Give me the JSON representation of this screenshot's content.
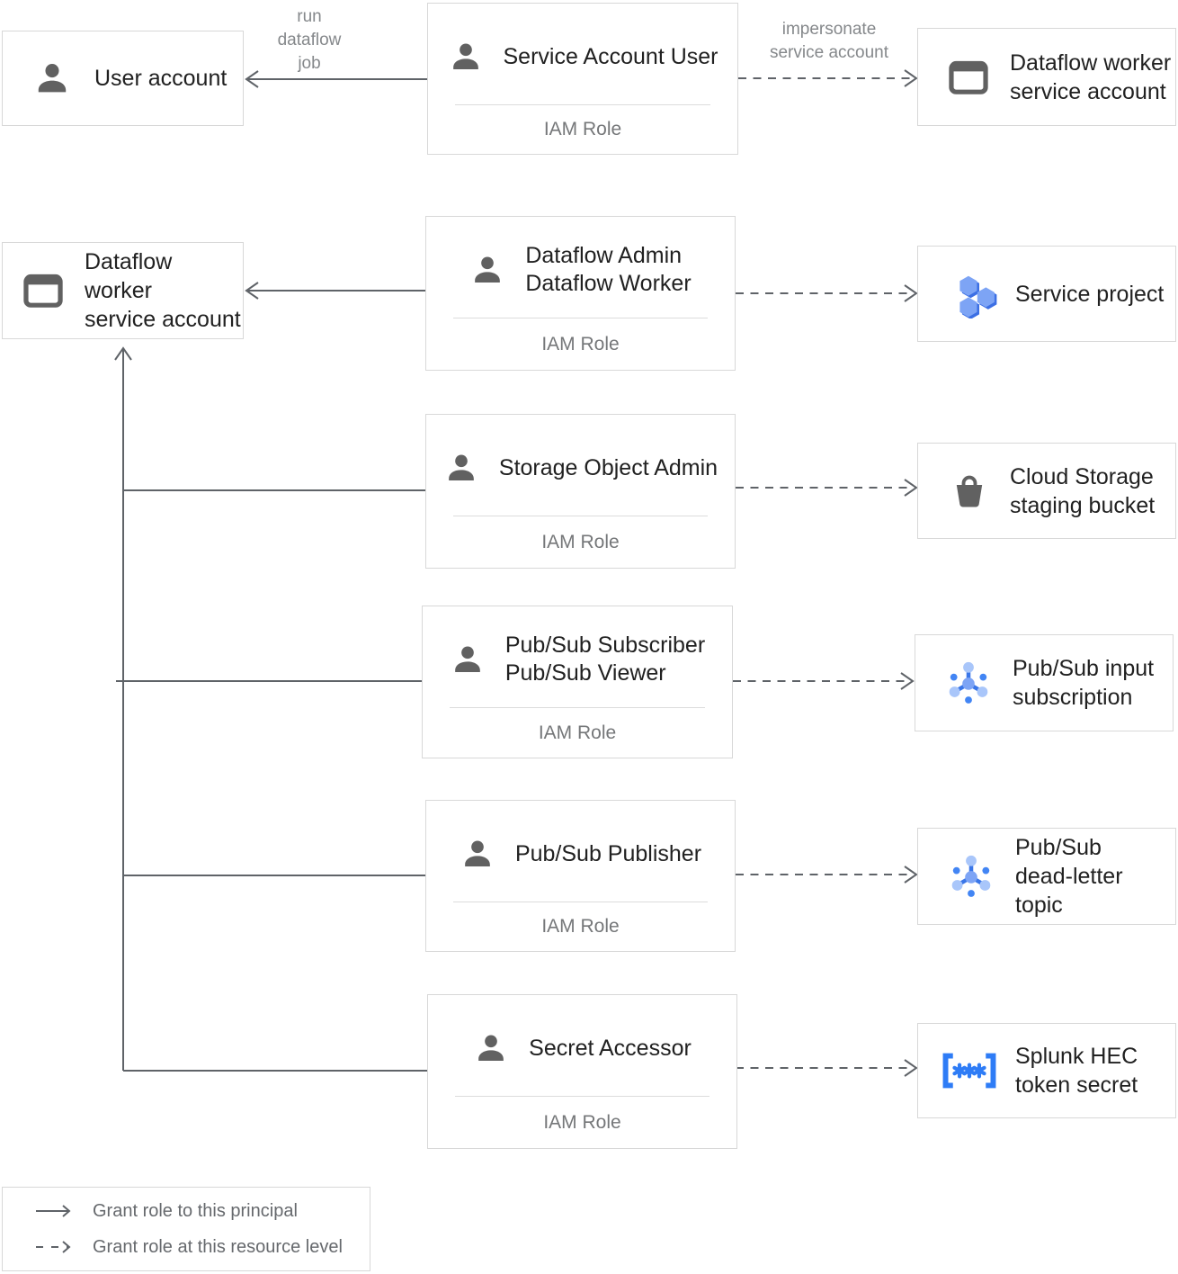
{
  "nodes": {
    "user_account": {
      "label": "User account"
    },
    "service_account_user": {
      "title": "Service Account User",
      "footer": "IAM Role"
    },
    "dataflow_worker_sa_right": {
      "label": "Dataflow worker\nservice account"
    },
    "dataflow_worker_sa_left": {
      "label": "Dataflow worker\nservice account"
    },
    "dataflow_admin_worker": {
      "title": "Dataflow Admin\nDataflow Worker",
      "footer": "IAM Role"
    },
    "service_project": {
      "label": "Service project"
    },
    "storage_object_admin": {
      "title": "Storage Object Admin",
      "footer": "IAM Role"
    },
    "cloud_storage_bucket": {
      "label": "Cloud Storage\nstaging bucket"
    },
    "pubsub_subscriber_viewer": {
      "title": "Pub/Sub Subscriber\nPub/Sub Viewer",
      "footer": "IAM Role"
    },
    "pubsub_input_subscription": {
      "label": "Pub/Sub input\nsubscription"
    },
    "pubsub_publisher": {
      "title": "Pub/Sub Publisher",
      "footer": "IAM Role"
    },
    "pubsub_deadletter_topic": {
      "label": "Pub/Sub\ndead-letter topic"
    },
    "secret_accessor": {
      "title": "Secret Accessor",
      "footer": "IAM Role"
    },
    "splunk_hec_token_secret": {
      "label": "Splunk HEC\ntoken secret"
    }
  },
  "edge_labels": {
    "run_dataflow_job": "run\ndataflow\njob",
    "impersonate_service_account": "impersonate\nservice account"
  },
  "legend": {
    "items": [
      {
        "style": "solid",
        "label": "Grant role to this principal"
      },
      {
        "style": "dashed",
        "label": "Grant role at this resource level"
      }
    ]
  },
  "colors": {
    "line": "#5f6368",
    "icon_gray": "#616161",
    "blue_primary": "#4285f4",
    "blue_light": "#7da4f5",
    "blue_lighter": "#a9c6fa",
    "blue_dark": "#3c6fe4",
    "secret_blue": "#2e7cf6"
  }
}
